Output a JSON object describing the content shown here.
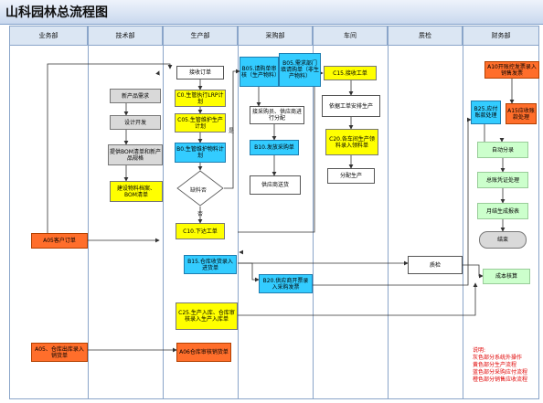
{
  "title": "山科园林总流程图",
  "lanes": [
    "业务部",
    "技术部",
    "生产部",
    "采购部",
    "车间",
    "质检",
    "财务部"
  ],
  "nodes": {
    "tech_demand": "新产品需求",
    "tech_design": "设计开发",
    "tech_bom": "提供BOM清单和新产品规格",
    "tech_file": "建设物料档案、BOM清单",
    "biz_order": "A05客户订单",
    "biz_out": "A05、仓库出库录入销货单",
    "prod_receive": "接收订单",
    "prod_c0": "C0.生管执行LRP计划",
    "prod_c05": "C05.生管维护生产计划",
    "prod_b0": "B0.生管维护物料计划",
    "prod_short": "缺料否",
    "prod_c10": "C10.下达工单",
    "prod_b15": "B15.仓库收货录入进货单",
    "prod_c25": "C25.生产入库、仓库审核录入生产入库单",
    "prod_a06": "A06仓库审核销货单",
    "pur_b05a": "B05.请购单审核（生产物料）",
    "pur_b05b": "B05.需求部门填请购单（非生产物料）",
    "pur_price": "接采购员、供应商进行分配",
    "pur_b10": "B10.发放采购单",
    "pur_supplier": "供应商送货",
    "pur_b20": "B20.供应商开票录入采购发票",
    "ws_c15": "C15.接收工单",
    "ws_plan": "依据工单安排生产",
    "ws_c20": "C20.各车间生产领料录入领料单",
    "ws_dist": "分配生产",
    "qc": "质检",
    "fin_a10": "A10开账控发票录入销售发票",
    "fin_b25": "B25.应付账款处理",
    "fin_a15": "A15应收账款处理",
    "fin_auto": "自动分录",
    "fin_voucher": "总账凭证处理",
    "fin_report": "月结生成报表",
    "fin_end": "结束",
    "fin_cost": "成本核算"
  },
  "edge_labels": {
    "yes": "是",
    "no": "否"
  },
  "note": {
    "title": "说明:",
    "lines": [
      "灰色部分系统外操作",
      "黄色部分生产流程",
      "蓝色部分采购应付流程",
      "橙色部分销售应收流程"
    ]
  },
  "colors": {
    "gray": "#d9d9d9",
    "yellow": "#ffff00",
    "blue": "#33ccff",
    "orange": "#ff6e2b",
    "green": "#ccffcc",
    "note": "#e00000"
  }
}
